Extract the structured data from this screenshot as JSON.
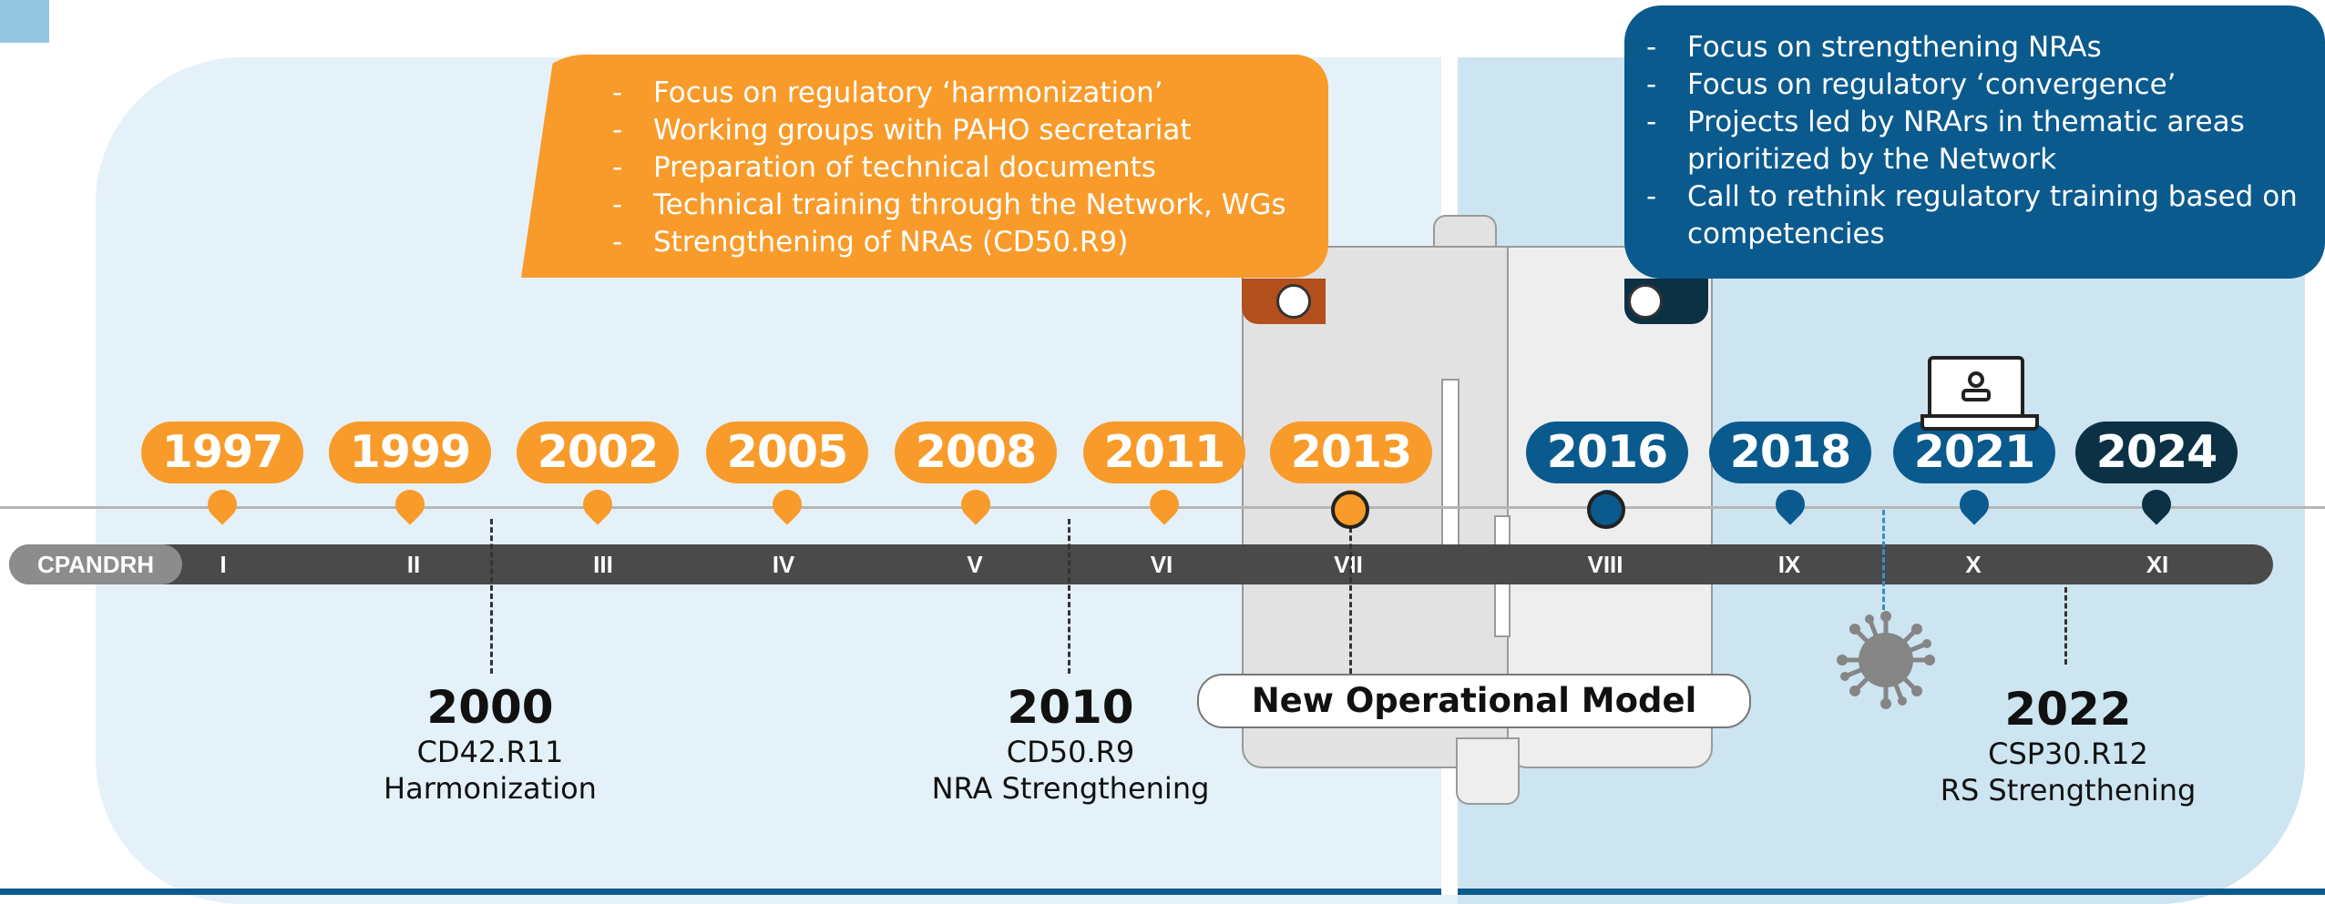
{
  "track_label": "CPANDRH",
  "orange_callout": [
    "Focus on regulatory ‘harmonization’",
    "Working groups with PAHO secretariat",
    "Preparation of technical documents",
    "Technical training through the Network, WGs",
    "Strengthening of NRAs (CD50.R9)"
  ],
  "blue_callout": [
    "Focus on strengthening NRAs",
    "Focus on regulatory ‘convergence’",
    "Projects led by NRArs in thematic areas prioritized by the Network",
    "Call to rethink regulatory training based on competencies"
  ],
  "years": [
    "1997",
    "1999",
    "2002",
    "2005",
    "2008",
    "2011",
    "2013",
    "2016",
    "2018",
    "2021",
    "2024"
  ],
  "year_colors": [
    "#f89b2a",
    "#f89b2a",
    "#f89b2a",
    "#f89b2a",
    "#f89b2a",
    "#f89b2a",
    "#f89b2a",
    "#0a5a8e",
    "#0a5a8e",
    "#0a5a8e",
    "#0c3145"
  ],
  "conferences": [
    "I",
    "II",
    "III",
    "IV",
    "V",
    "VI",
    "VII",
    "VIII",
    "IX",
    "X",
    "XI"
  ],
  "milestones": [
    {
      "year": "2000",
      "code": "CD42.R11",
      "label": "Harmonization"
    },
    {
      "year": "2010",
      "code": "CD50.R9",
      "label": "NRA Strengthening"
    },
    {
      "year": "2022",
      "code": "CSP30.R12",
      "label": "RS Strengthening"
    }
  ],
  "new_model_label": "New Operational Model",
  "icons": [
    "laptop-icon",
    "virus-icon"
  ]
}
